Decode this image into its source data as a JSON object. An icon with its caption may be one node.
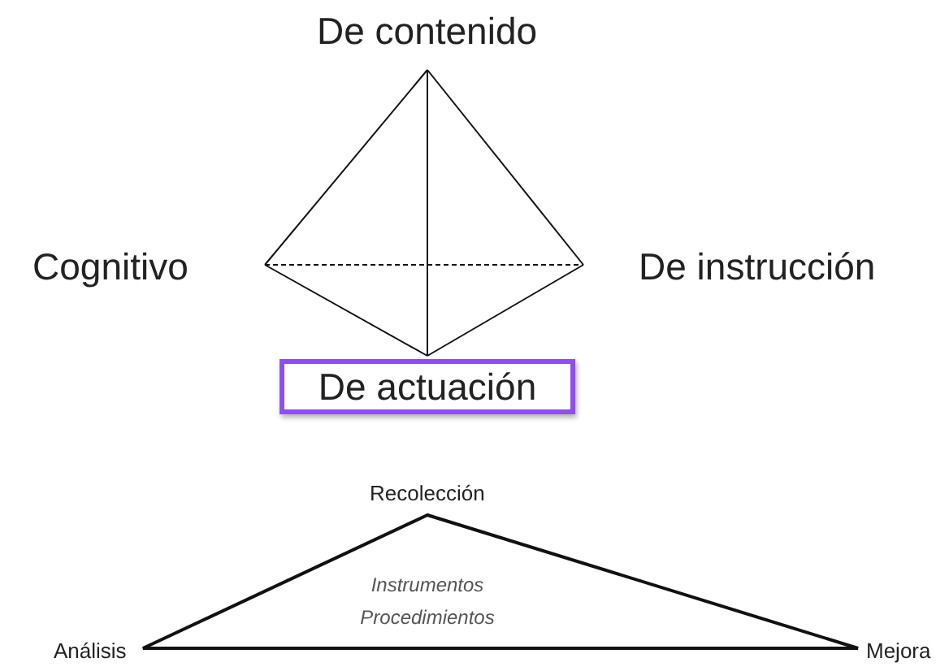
{
  "diagram": {
    "nodes": [
      {
        "text": [
          "De actuación"
        ]
      },
      {
        "text": [
          "Instrumentos",
          "Procedimientos"
        ]
      }
    ],
    "labels": [
      "De contenido",
      "Cognitivo",
      "De instrucción",
      "Recolección",
      "Análisis",
      "Mejora"
    ]
  }
}
